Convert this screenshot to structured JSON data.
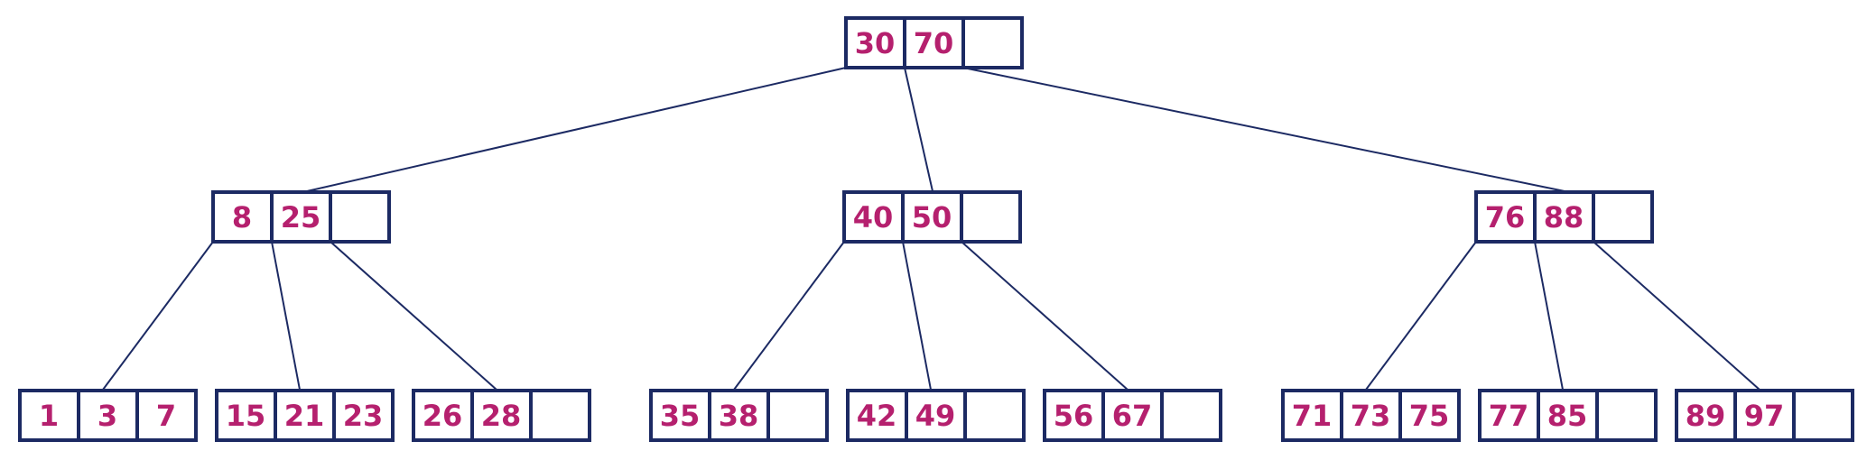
{
  "colors": {
    "node_border": "#1c2a63",
    "key_text": "#b5206e",
    "background": "#ffffff"
  },
  "tree": {
    "root": {
      "keys": [
        "30",
        "70",
        ""
      ]
    },
    "internal": [
      {
        "keys": [
          "8",
          "25",
          ""
        ]
      },
      {
        "keys": [
          "40",
          "50",
          ""
        ]
      },
      {
        "keys": [
          "76",
          "88",
          ""
        ]
      }
    ],
    "leaves": [
      {
        "keys": [
          "1",
          "3",
          "7"
        ]
      },
      {
        "keys": [
          "15",
          "21",
          "23"
        ]
      },
      {
        "keys": [
          "26",
          "28",
          ""
        ]
      },
      {
        "keys": [
          "35",
          "38",
          ""
        ]
      },
      {
        "keys": [
          "42",
          "49",
          ""
        ]
      },
      {
        "keys": [
          "56",
          "67",
          ""
        ]
      },
      {
        "keys": [
          "71",
          "73",
          "75"
        ]
      },
      {
        "keys": [
          "77",
          "85",
          ""
        ]
      },
      {
        "keys": [
          "89",
          "97",
          ""
        ]
      }
    ]
  }
}
